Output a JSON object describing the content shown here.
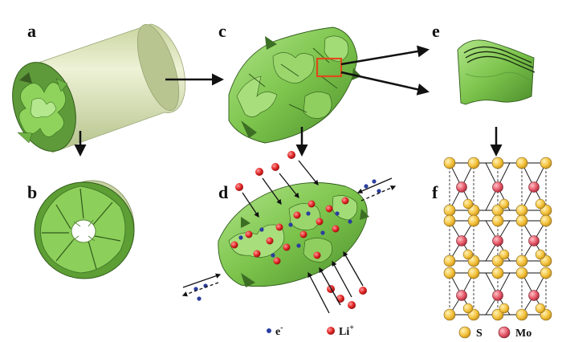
{
  "panels": {
    "a": "a",
    "b": "b",
    "c": "c",
    "d": "d",
    "e": "e",
    "f": "f"
  },
  "legend_d": {
    "electron_label": "e",
    "electron_sup": "-",
    "lithium_label": "Li",
    "lithium_sup": "+"
  },
  "legend_f": {
    "sulfur_label": "S",
    "molybdenum_label": "Mo"
  },
  "colors": {
    "tube_shell": "#d9e3b6",
    "tube_shell_dark": "#a9b883",
    "sheet_green": "#7dc44f",
    "sheet_green_dark": "#3f7a22",
    "sheet_green_light": "#a9df7c",
    "electron": "#2b3e9e",
    "lithium": "#e02a2a",
    "sulfur_atom": "#f6c646",
    "molybdenum_atom": "#e85a6a",
    "highlight_box": "#e04a1a",
    "arrow": "#111111"
  },
  "icons": {
    "electron": "blue-dot-icon",
    "lithium": "red-ball-icon",
    "sulfur": "yellow-sphere-icon",
    "molybdenum": "pink-sphere-icon"
  }
}
